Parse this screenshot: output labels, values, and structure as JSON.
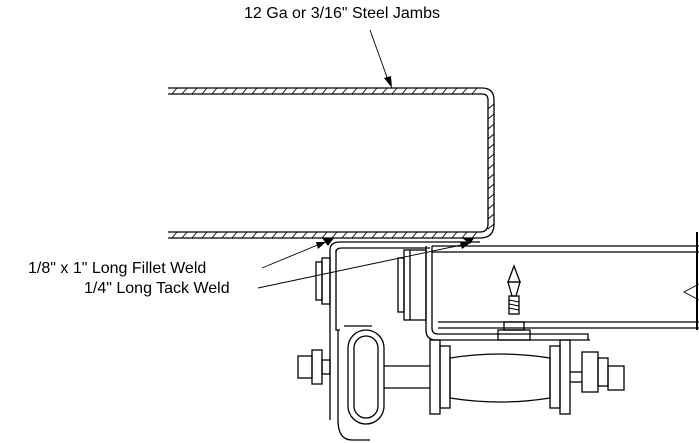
{
  "labels": {
    "jamb": "12 Ga  or 3/16\" Steel Jambs",
    "fillet_weld": "1/8\" x 1\" Long Fillet Weld",
    "tack_weld": "1/4\" Long Tack Weld"
  },
  "colors": {
    "line": "#000000",
    "background": "#ffffff"
  }
}
